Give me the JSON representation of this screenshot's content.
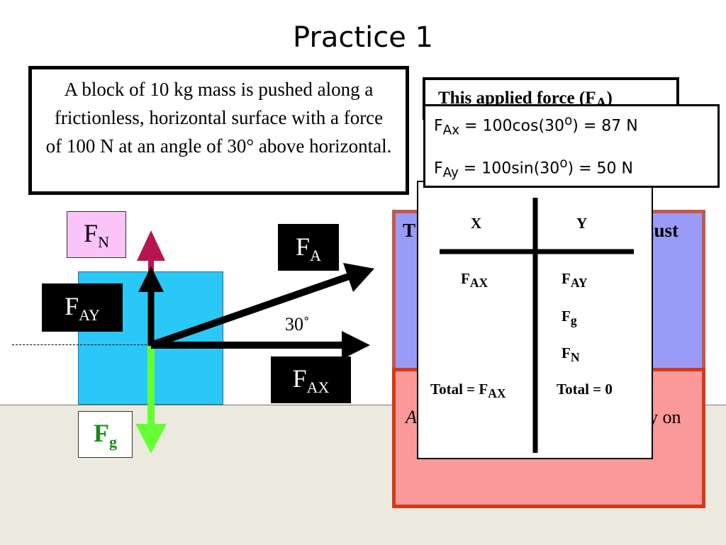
{
  "slide": {
    "title": "Practice 1",
    "problem": "A block of 10 kg mass is pushed along a frictionless, horizontal surface with a force of 100 N at an angle of 30° above horizontal."
  },
  "overlays": {
    "applied_force_partial": "This applied force (F",
    "applied_force_partial_sub": "A",
    "applied_force_partial_end": ")",
    "blue_text_left": "T",
    "blue_text_right": "must",
    "pink_text_left": "A",
    "pink_text_right": "y on"
  },
  "components": {
    "fax": {
      "symbol": "F",
      "sub": "Ax",
      "expr_a": " = 100cos(30",
      "sup": "o",
      "expr_b": ") =  87 N"
    },
    "fay": {
      "symbol": "F",
      "sub": "Ay",
      "expr_a": " = 100sin(30",
      "sup": "o",
      "expr_b": ") =  50 N"
    }
  },
  "table": {
    "col_x": "X",
    "col_y": "Y",
    "x_items": [
      {
        "symbol": "F",
        "sub": "AX"
      }
    ],
    "y_items": [
      {
        "symbol": "F",
        "sub": "AY"
      },
      {
        "symbol": "F",
        "sub": "g"
      },
      {
        "symbol": "F",
        "sub": "N"
      }
    ],
    "total_x": "Total = F",
    "total_x_sub": "AX",
    "total_y": "Total = 0"
  },
  "labels": {
    "fn": {
      "symbol": "F",
      "sub": "N"
    },
    "fay": {
      "symbol": "F",
      "sub": "AY"
    },
    "fa": {
      "symbol": "F",
      "sub": "A"
    },
    "fax": {
      "symbol": "F",
      "sub": "AX"
    },
    "fg": {
      "symbol": "F",
      "sub": "g"
    },
    "angle": "30˚"
  },
  "colors": {
    "block": "#29c8f7",
    "normal_force_arrow": "#b8154e",
    "gravity_arrow": "#66ff33",
    "ground": "#ece9de",
    "blue_panel": "#9a9bf7",
    "pink_panel": "#fb9899"
  }
}
